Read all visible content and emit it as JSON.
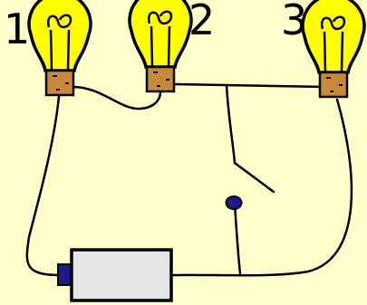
{
  "labels": {
    "bulb_1": "1",
    "bulb_2": "2",
    "bulb_3": "3"
  },
  "colors": {
    "background": "#ffffcc",
    "bulb_glass": "#ffff00",
    "bulb_base": "#c88a3a",
    "battery_body": "#e6e6ea",
    "battery_terminal": "#1a1a8c",
    "switch_pivot": "#1a1a8c",
    "wire": "#000000"
  },
  "icons": {
    "bulb": "light-bulb-icon",
    "battery": "battery-icon",
    "switch": "open-switch-icon"
  }
}
